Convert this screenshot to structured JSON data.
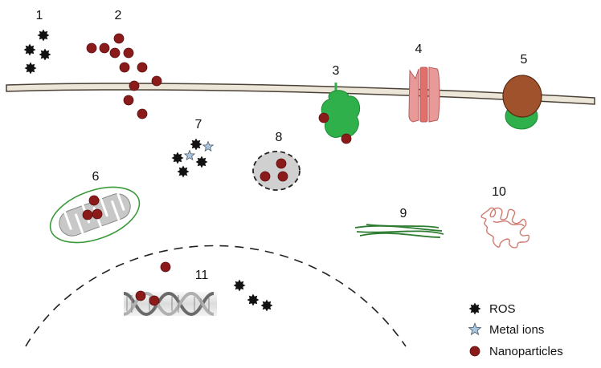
{
  "labels": [
    "1",
    "2",
    "3",
    "4",
    "5",
    "6",
    "7",
    "8",
    "9",
    "10",
    "11"
  ],
  "legend": {
    "ros": "ROS",
    "metal_ions": "Metal ions",
    "nanoparticles": "Nanoparticles"
  },
  "colors": {
    "ros": "#111111",
    "metal_ion": "#a9c6de",
    "nanoparticle": "#8b1a1a",
    "membrane_fill": "#ece6d9",
    "membrane_stroke": "#4a4035",
    "receptor": "#2fb04a",
    "channel": "#e89a98",
    "transporter": "#a0522d",
    "mitochondrion": "#3a9a3a",
    "collagen": "#2e7d32",
    "protein_coil": "#cf7a70",
    "vesicle": "#d0d0d0"
  },
  "icons": {
    "ros": "star-burst",
    "metal_ion": "star",
    "nanoparticle": "circle"
  }
}
